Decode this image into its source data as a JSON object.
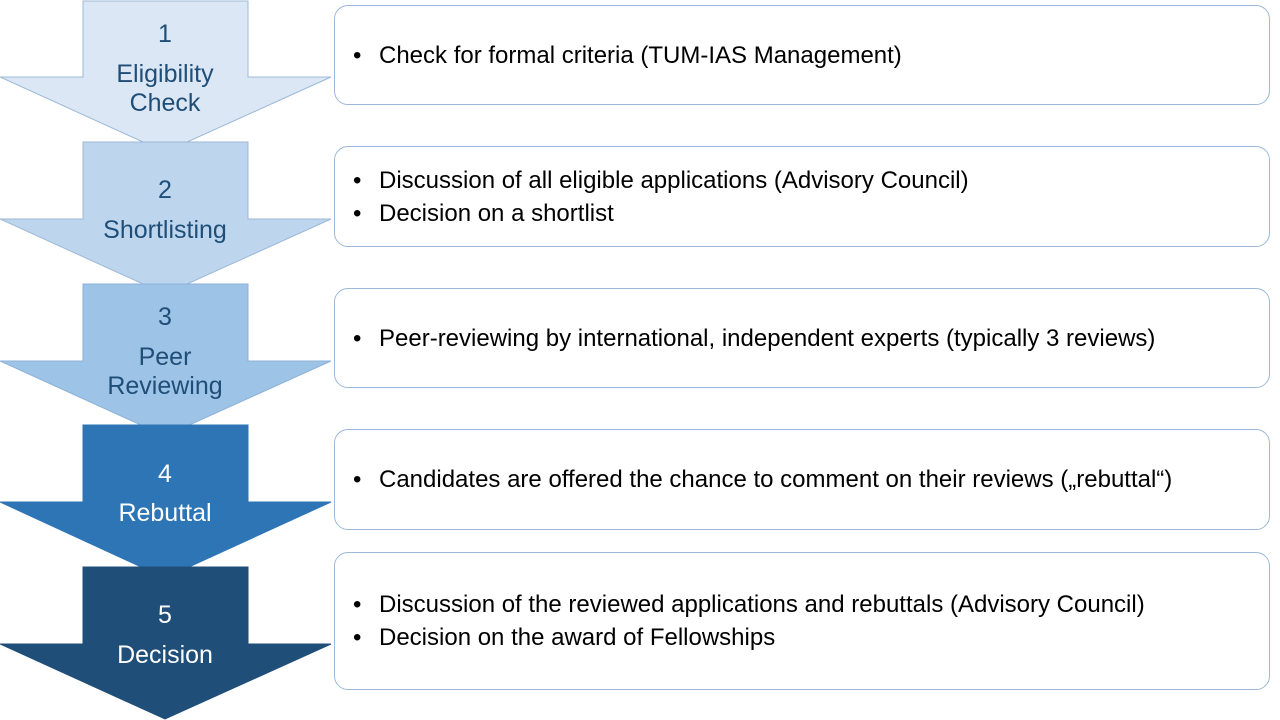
{
  "colors": {
    "text_dark": "#1f4e79",
    "text_light": "#ffffff",
    "box_border": "#9cb8d8"
  },
  "steps": [
    {
      "number": "1",
      "label_lines": [
        "Eligibility",
        "Check"
      ],
      "fill": "#dbe7f4",
      "stroke": "#9cb8d8",
      "text_color": "#1f4e79",
      "bullets": [
        "Check for formal criteria (TUM-IAS Management)"
      ]
    },
    {
      "number": "2",
      "label_lines": [
        "Shortlisting"
      ],
      "fill": "#bdd5ed",
      "stroke": "#9cb8d8",
      "text_color": "#1f4e79",
      "bullets": [
        "Discussion of all eligible applications (Advisory Council)",
        "Decision on a shortlist"
      ]
    },
    {
      "number": "3",
      "label_lines": [
        "Peer",
        "Reviewing"
      ],
      "fill": "#9dc3e6",
      "stroke": "#8cb2d8",
      "text_color": "#1f4e79",
      "bullets": [
        "Peer-reviewing by international, independent experts (typically 3 reviews)"
      ]
    },
    {
      "number": "4",
      "label_lines": [
        "Rebuttal"
      ],
      "fill": "#2e75b6",
      "stroke": "#2e75b6",
      "text_color": "#ffffff",
      "bullets": [
        "Candidates are offered the chance to comment on their reviews („rebuttal“)"
      ]
    },
    {
      "number": "5",
      "label_lines": [
        "Decision"
      ],
      "fill": "#1f4e79",
      "stroke": "#1f4e79",
      "text_color": "#ffffff",
      "bullets": [
        "Discussion of the reviewed applications and rebuttals (Advisory Council)",
        "Decision on the award of Fellowships"
      ]
    }
  ]
}
